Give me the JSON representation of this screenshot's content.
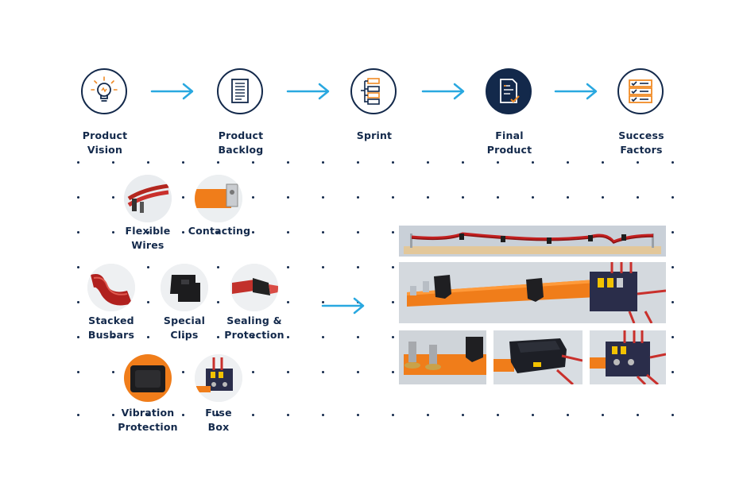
{
  "process": {
    "steps": [
      {
        "line1": "Product",
        "line2": "Vision",
        "icon": "lightbulb-icon"
      },
      {
        "line1": "Product",
        "line2": "Backlog",
        "icon": "document-list-icon"
      },
      {
        "line1": "Sprint",
        "line2": "",
        "icon": "sprint-tree-icon"
      },
      {
        "line1": "Final",
        "line2": "Product",
        "icon": "document-check-icon"
      },
      {
        "line1": "Success",
        "line2": "Factors",
        "icon": "checklist-icon"
      }
    ]
  },
  "components": [
    {
      "line1": "Flexible",
      "line2": "Wires"
    },
    {
      "line1": "Contacting",
      "line2": ""
    },
    {
      "line1": "Stacked",
      "line2": "Busbars"
    },
    {
      "line1": "Special",
      "line2": "Clips"
    },
    {
      "line1": "Sealing &",
      "line2": "Protection"
    },
    {
      "line1": "Vibration",
      "line2": "Protection"
    },
    {
      "line1": "Fuse",
      "line2": "Box"
    }
  ],
  "colors": {
    "navy": "#13294b",
    "arrow_blue": "#29a8e0",
    "accent_orange": "#f08a24"
  }
}
